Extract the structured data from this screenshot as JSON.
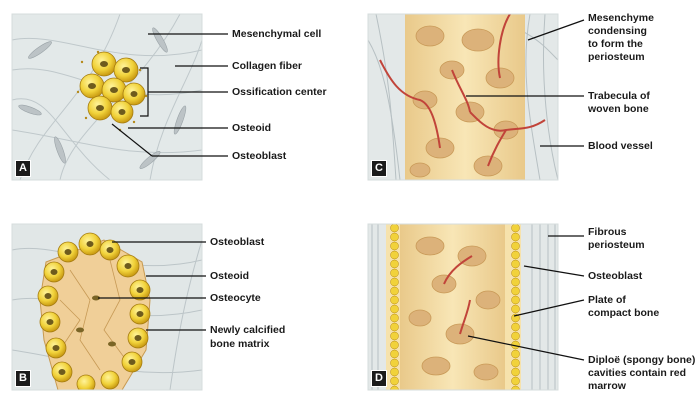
{
  "panels": {
    "a": {
      "tag": "A",
      "labels": [
        "Mesenchymal cell",
        "Collagen fiber",
        "Ossification center",
        "Osteoid",
        "Osteoblast"
      ]
    },
    "b": {
      "tag": "B",
      "labels": [
        "Osteoblast",
        "Osteoid",
        "Osteocyte",
        "Newly calcified",
        "bone matrix"
      ]
    },
    "c": {
      "tag": "C",
      "labels": [
        "Mesenchyme",
        "condensing",
        "to form the",
        "periosteum",
        "Trabecula of",
        "woven bone",
        "Blood vessel"
      ]
    },
    "d": {
      "tag": "D",
      "labels": [
        "Fibrous",
        "periosteum",
        "Osteoblast",
        "Plate of",
        "compact bone",
        "Diploë (spongy bone)",
        "cavities contain red",
        "marrow"
      ]
    }
  },
  "colors": {
    "background_tissue": "#dfe6e6",
    "fiber": "#b9c3c6",
    "cell_yellow": "#f2d23a",
    "cell_nucleus": "#6b5a1c",
    "bone": "#f3dca4",
    "bone_cavity": "#e0b87c",
    "vessel": "#c1443a",
    "leader_line": "#111111"
  }
}
